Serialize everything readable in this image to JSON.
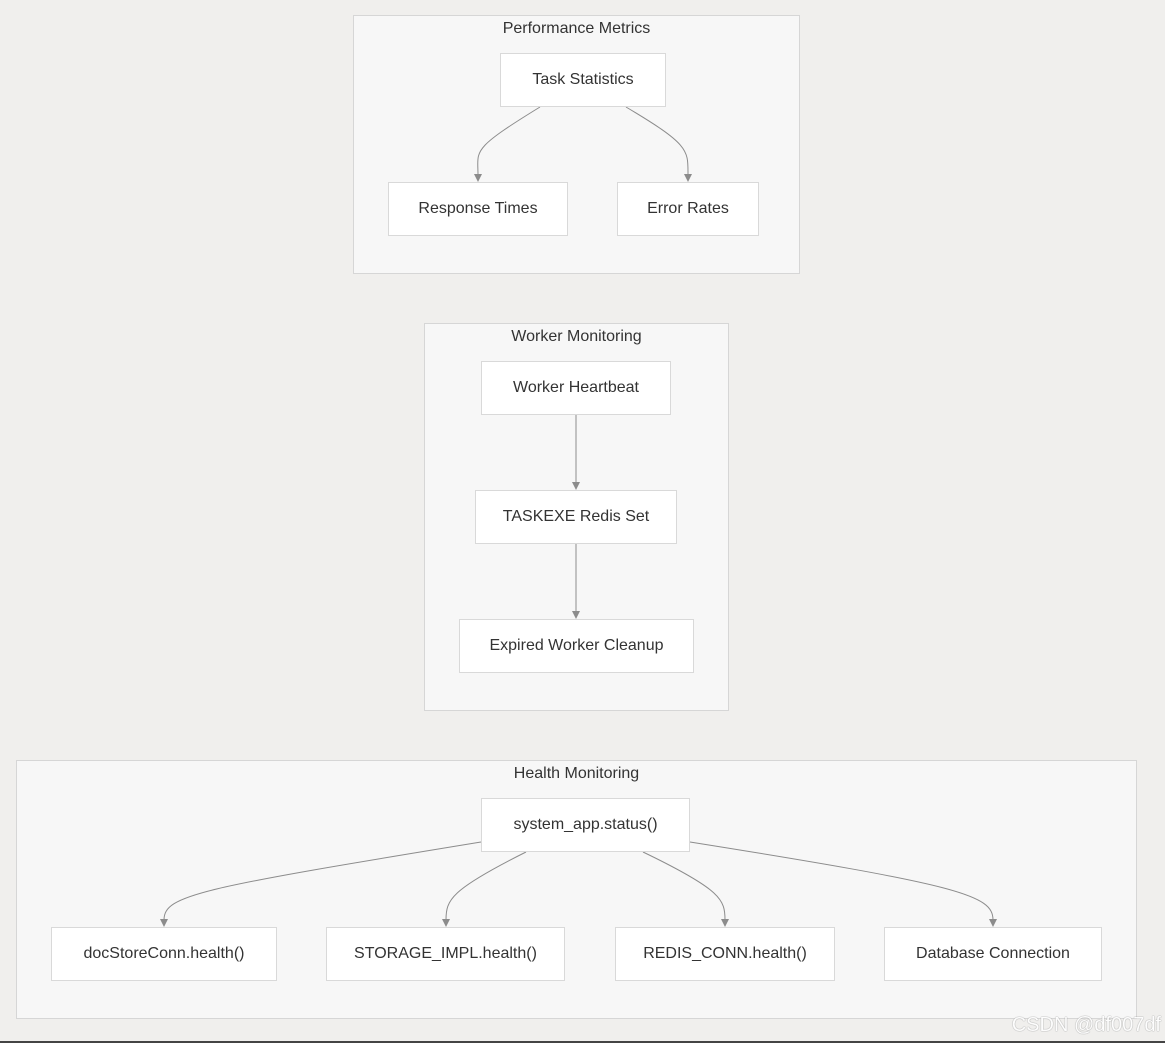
{
  "clusters": {
    "performance": {
      "title": "Performance Metrics",
      "nodes": {
        "task_statistics": "Task Statistics",
        "response_times": "Response Times",
        "error_rates": "Error Rates"
      }
    },
    "worker": {
      "title": "Worker Monitoring",
      "nodes": {
        "worker_heartbeat": "Worker Heartbeat",
        "taskexe_redis_set": "TASKEXE Redis Set",
        "expired_worker_cleanup": "Expired Worker Cleanup"
      }
    },
    "health": {
      "title": "Health Monitoring",
      "nodes": {
        "system_status": "system_app.status()",
        "docstore_health": "docStoreConn.health()",
        "storage_health": "STORAGE_IMPL.health()",
        "redis_health": "REDIS_CONN.health()",
        "database_connection": "Database Connection"
      }
    }
  },
  "edges": [
    {
      "from": "Task Statistics",
      "to": "Response Times"
    },
    {
      "from": "Task Statistics",
      "to": "Error Rates"
    },
    {
      "from": "Worker Heartbeat",
      "to": "TASKEXE Redis Set"
    },
    {
      "from": "TASKEXE Redis Set",
      "to": "Expired Worker Cleanup"
    },
    {
      "from": "system_app.status()",
      "to": "docStoreConn.health()"
    },
    {
      "from": "system_app.status()",
      "to": "STORAGE_IMPL.health()"
    },
    {
      "from": "system_app.status()",
      "to": "REDIS_CONN.health()"
    },
    {
      "from": "system_app.status()",
      "to": "Database Connection"
    }
  ],
  "colors": {
    "background": "#f0efed",
    "cluster_fill": "#f7f7f7",
    "node_fill": "#ffffff",
    "edge": "#8c8c8c",
    "text": "#333333"
  },
  "watermark": "CSDN @df007df"
}
